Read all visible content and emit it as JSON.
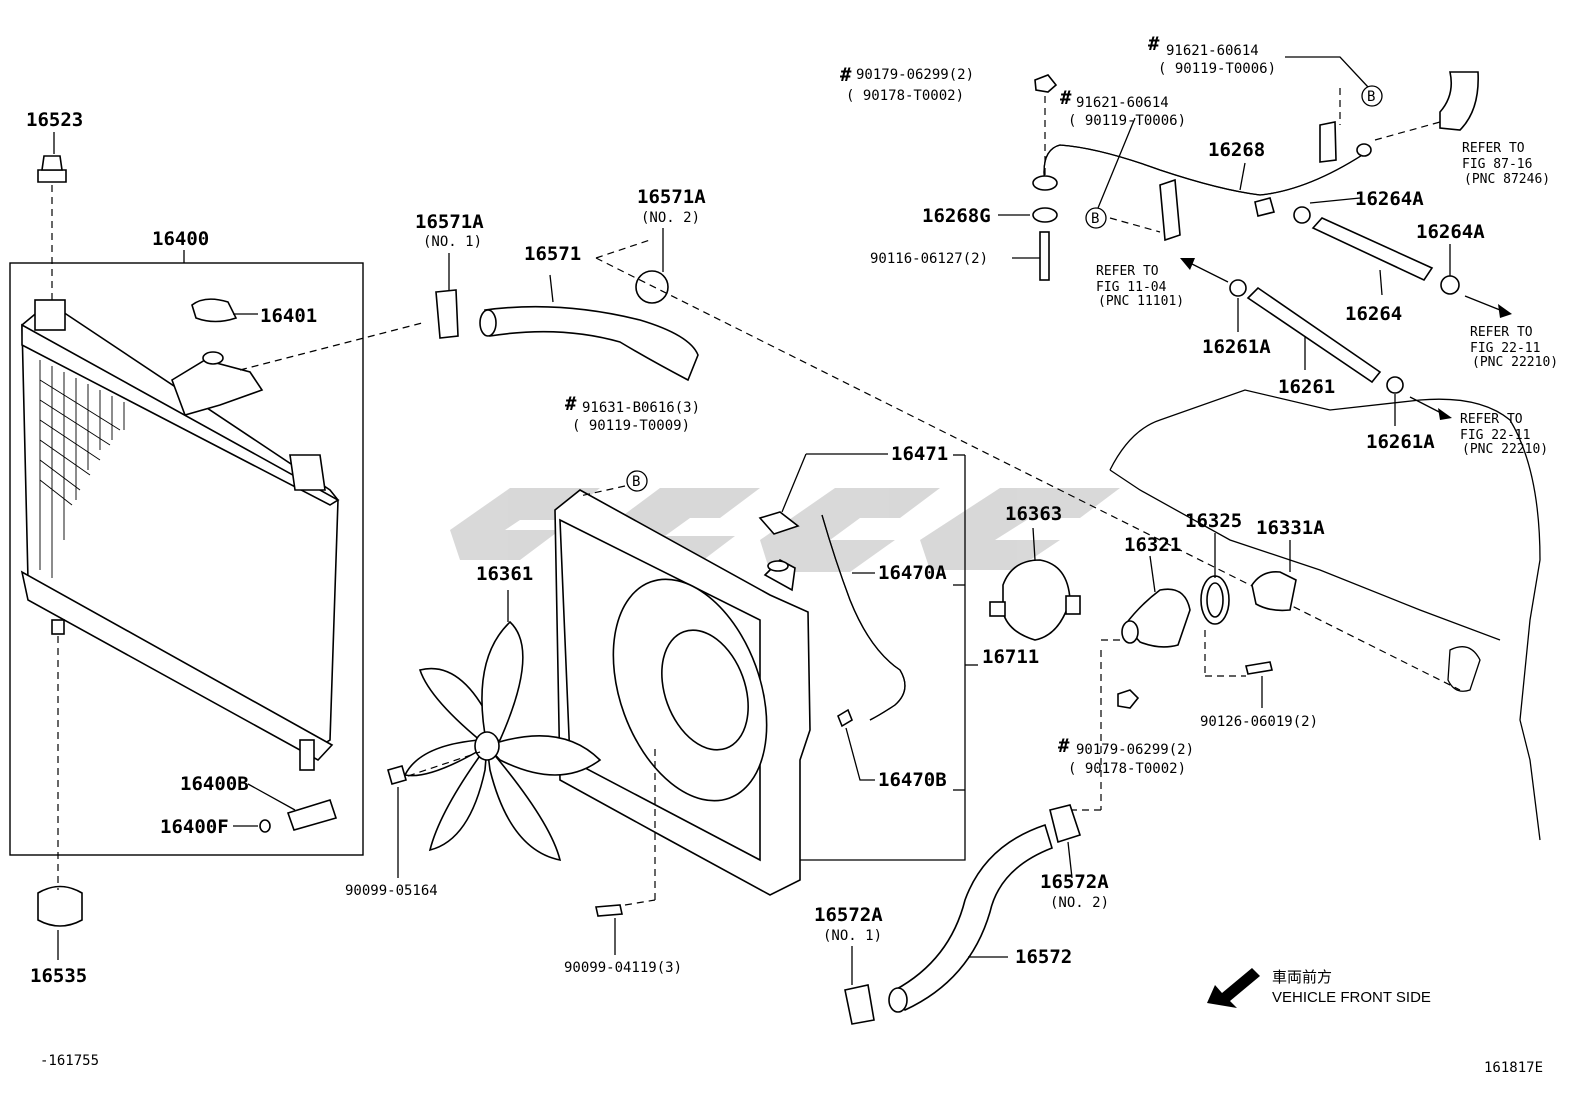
{
  "labels": {
    "p16523": "16523",
    "p16400": "16400",
    "p16401": "16401",
    "p16400b": "16400B",
    "p16400f": "16400F",
    "p16535": "16535",
    "p16571a_no1": "16571A",
    "no1_a": "(NO. 1)",
    "p16571a_no2": "16571A",
    "no2_a": "(NO. 2)",
    "p16571": "16571",
    "p90179_top": "90179-06299(2)",
    "p90178_top": "( 90178-T0002)",
    "p91621_a": "91621-60614",
    "p90119_a": "( 90119-T0006)",
    "p91621_b": "91621-60614",
    "p90119_b": "( 90119-T0006)",
    "p16268": "16268",
    "p16268g": "16268G",
    "p90116": "90116-06127(2)",
    "p16264a_1": "16264A",
    "p16264a_2": "16264A",
    "p16264": "16264",
    "p16261a_1": "16261A",
    "p16261": "16261",
    "p16261a_2": "16261A",
    "p91631": "91631-B0616(3)",
    "p90119_c": "( 90119-T0009)",
    "p16471": "16471",
    "p16470a": "16470A",
    "p16711": "16711",
    "p16470b": "16470B",
    "p16361": "16361",
    "p16363": "16363",
    "p16321": "16321",
    "p16325": "16325",
    "p16331a": "16331A",
    "p90126": "90126-06019(2)",
    "p90179_mid": "90179-06299(2)",
    "p90178_mid": "( 90178-T0002)",
    "p16572a_no2": "16572A",
    "no2_b": "(NO. 2)",
    "p16572": "16572",
    "p16572a_no1": "16572A",
    "no1_b": "(NO. 1)",
    "p90099_05164": "90099-05164",
    "p90099_04119": "90099-04119(3)",
    "hash": "#",
    "b_marker": "B"
  },
  "refs": {
    "r1_line1": "REFER TO",
    "r1_line2": "FIG 87-16",
    "r1_line3": "(PNC 87246)",
    "r2_line1": "REFER TO",
    "r2_line2": "FIG 11-04",
    "r2_line3": "(PNC 11101)",
    "r3_line1": "REFER TO",
    "r3_line2": "FIG 22-11",
    "r3_line3": "(PNC 22210)",
    "r4_line1": "REFER TO",
    "r4_line2": "FIG 22-11",
    "r4_line3": "(PNC 22210)"
  },
  "footer": {
    "front_jp": "車両前方",
    "front_en": "VEHICLE FRONT SIDE",
    "code_left": "-161755",
    "code_right": "161817E"
  },
  "colors": {
    "line": "#000000",
    "watermark": "#c8c8c8"
  }
}
